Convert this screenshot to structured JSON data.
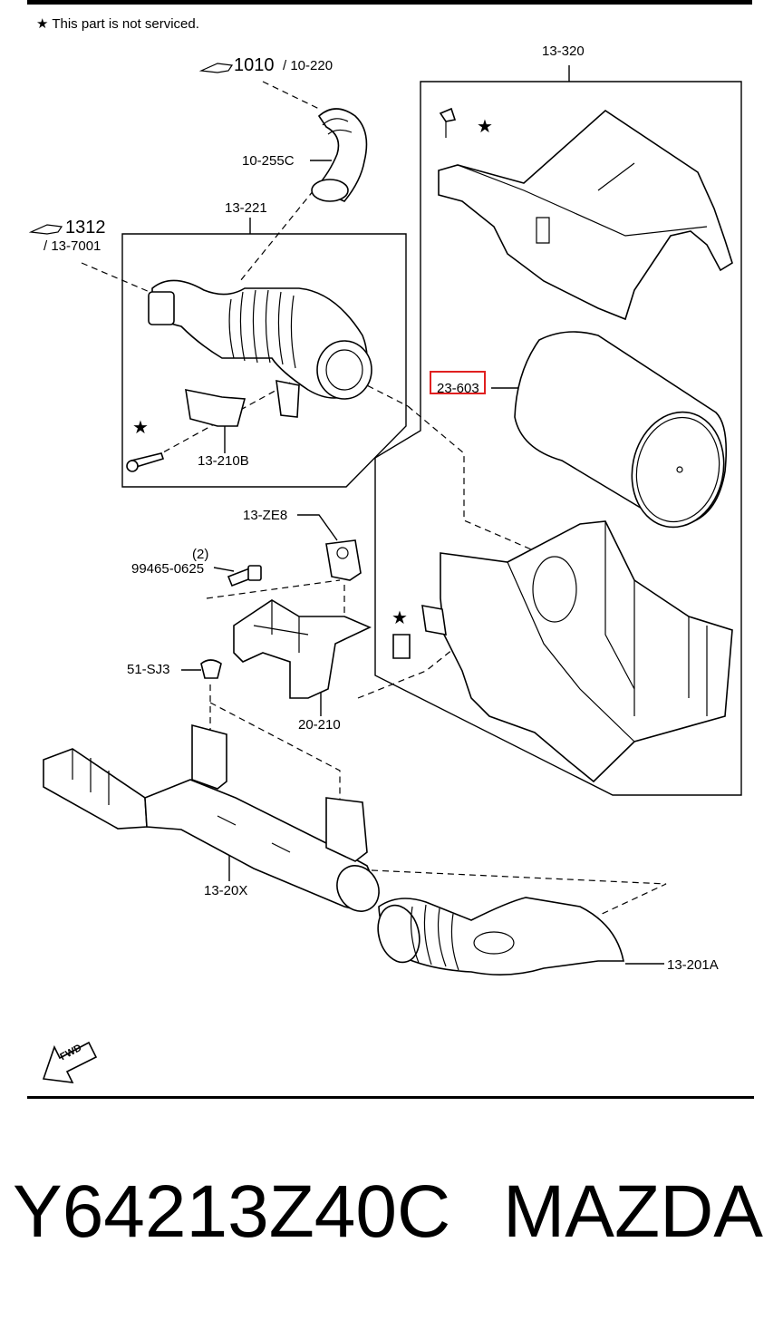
{
  "note": "★ This part is not serviced.",
  "refs": {
    "ref_1010_num": "1010",
    "ref_1010_sub": "/ 10-220",
    "ref_1312_num": "1312",
    "ref_1312_sub": "/ 13-7001"
  },
  "labels": {
    "l_10_255c": "10-255C",
    "l_13_221": "13-221",
    "l_13_320": "13-320",
    "l_23_603": "23-603",
    "l_13_210b": "13-210B",
    "l_13_ze8": "13-ZE8",
    "l_qty": "(2)",
    "l_99465": "99465-0625",
    "l_51_sj3": "51-SJ3",
    "l_20_210": "20-210",
    "l_13_20x": "13-20X",
    "l_13_201a": "13-201A"
  },
  "fwd_label": "FWD",
  "part_number": "Y64213Z40C",
  "brand": "MAZDA",
  "highlight_color": "#e02020"
}
